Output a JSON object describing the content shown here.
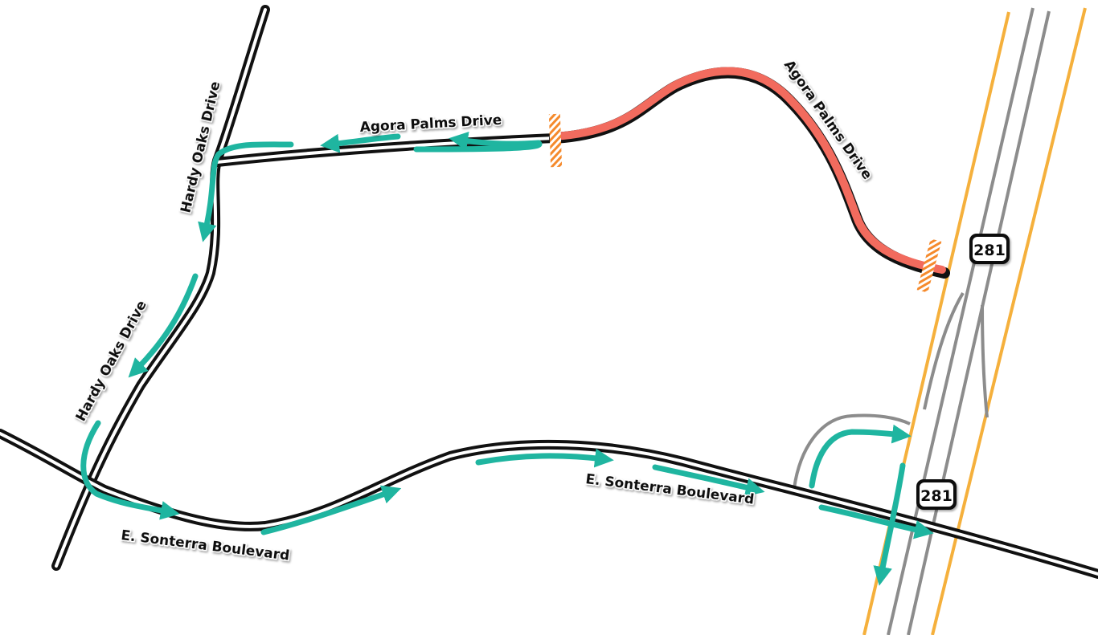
{
  "colors": {
    "road": "#111111",
    "road_casing": "#ffffff",
    "highway": "#f5b03c",
    "ramp": "#8c8c8c",
    "detour": "#1fb5a0",
    "closure": "#f26b5e",
    "barrier": "#f58a2c"
  },
  "labels": {
    "agora_upper": "Agora Palms Drive",
    "agora_right": "Agora Palms Drive",
    "hardy_upper": "Hardy Oaks Drive",
    "hardy_lower": "Hardy Oaks Drive",
    "sonterra_left": "E. Sonterra Boulevard",
    "sonterra_right": "E. Sonterra Boulevard"
  },
  "shields": {
    "us281_upper": "281",
    "us281_lower": "281"
  },
  "icons": {
    "barrier": "striped-road-barrier-icon",
    "shield": "us-highway-shield-icon",
    "arrow": "detour-arrow-icon"
  }
}
